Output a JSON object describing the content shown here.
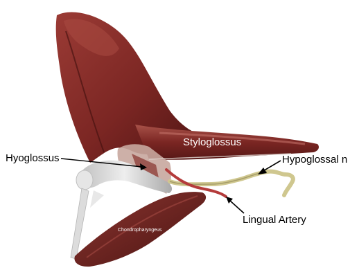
{
  "diagram": {
    "colors": {
      "muscle": "#7b2623",
      "muscle_light": "#a0443c",
      "muscle_dark": "#4f1514",
      "nerve": "#c9c28b",
      "hyoid": "#d6d6d6",
      "artery": "#b43b3b"
    },
    "labels": {
      "hyoglossus": "Hyoglossus",
      "styloglossus": "Styloglossus",
      "hypoglossal": "Hypoglossal n",
      "lingual_artery": "Lingual Artery",
      "chondropharyngeus": "Chondropharyngeus"
    }
  }
}
